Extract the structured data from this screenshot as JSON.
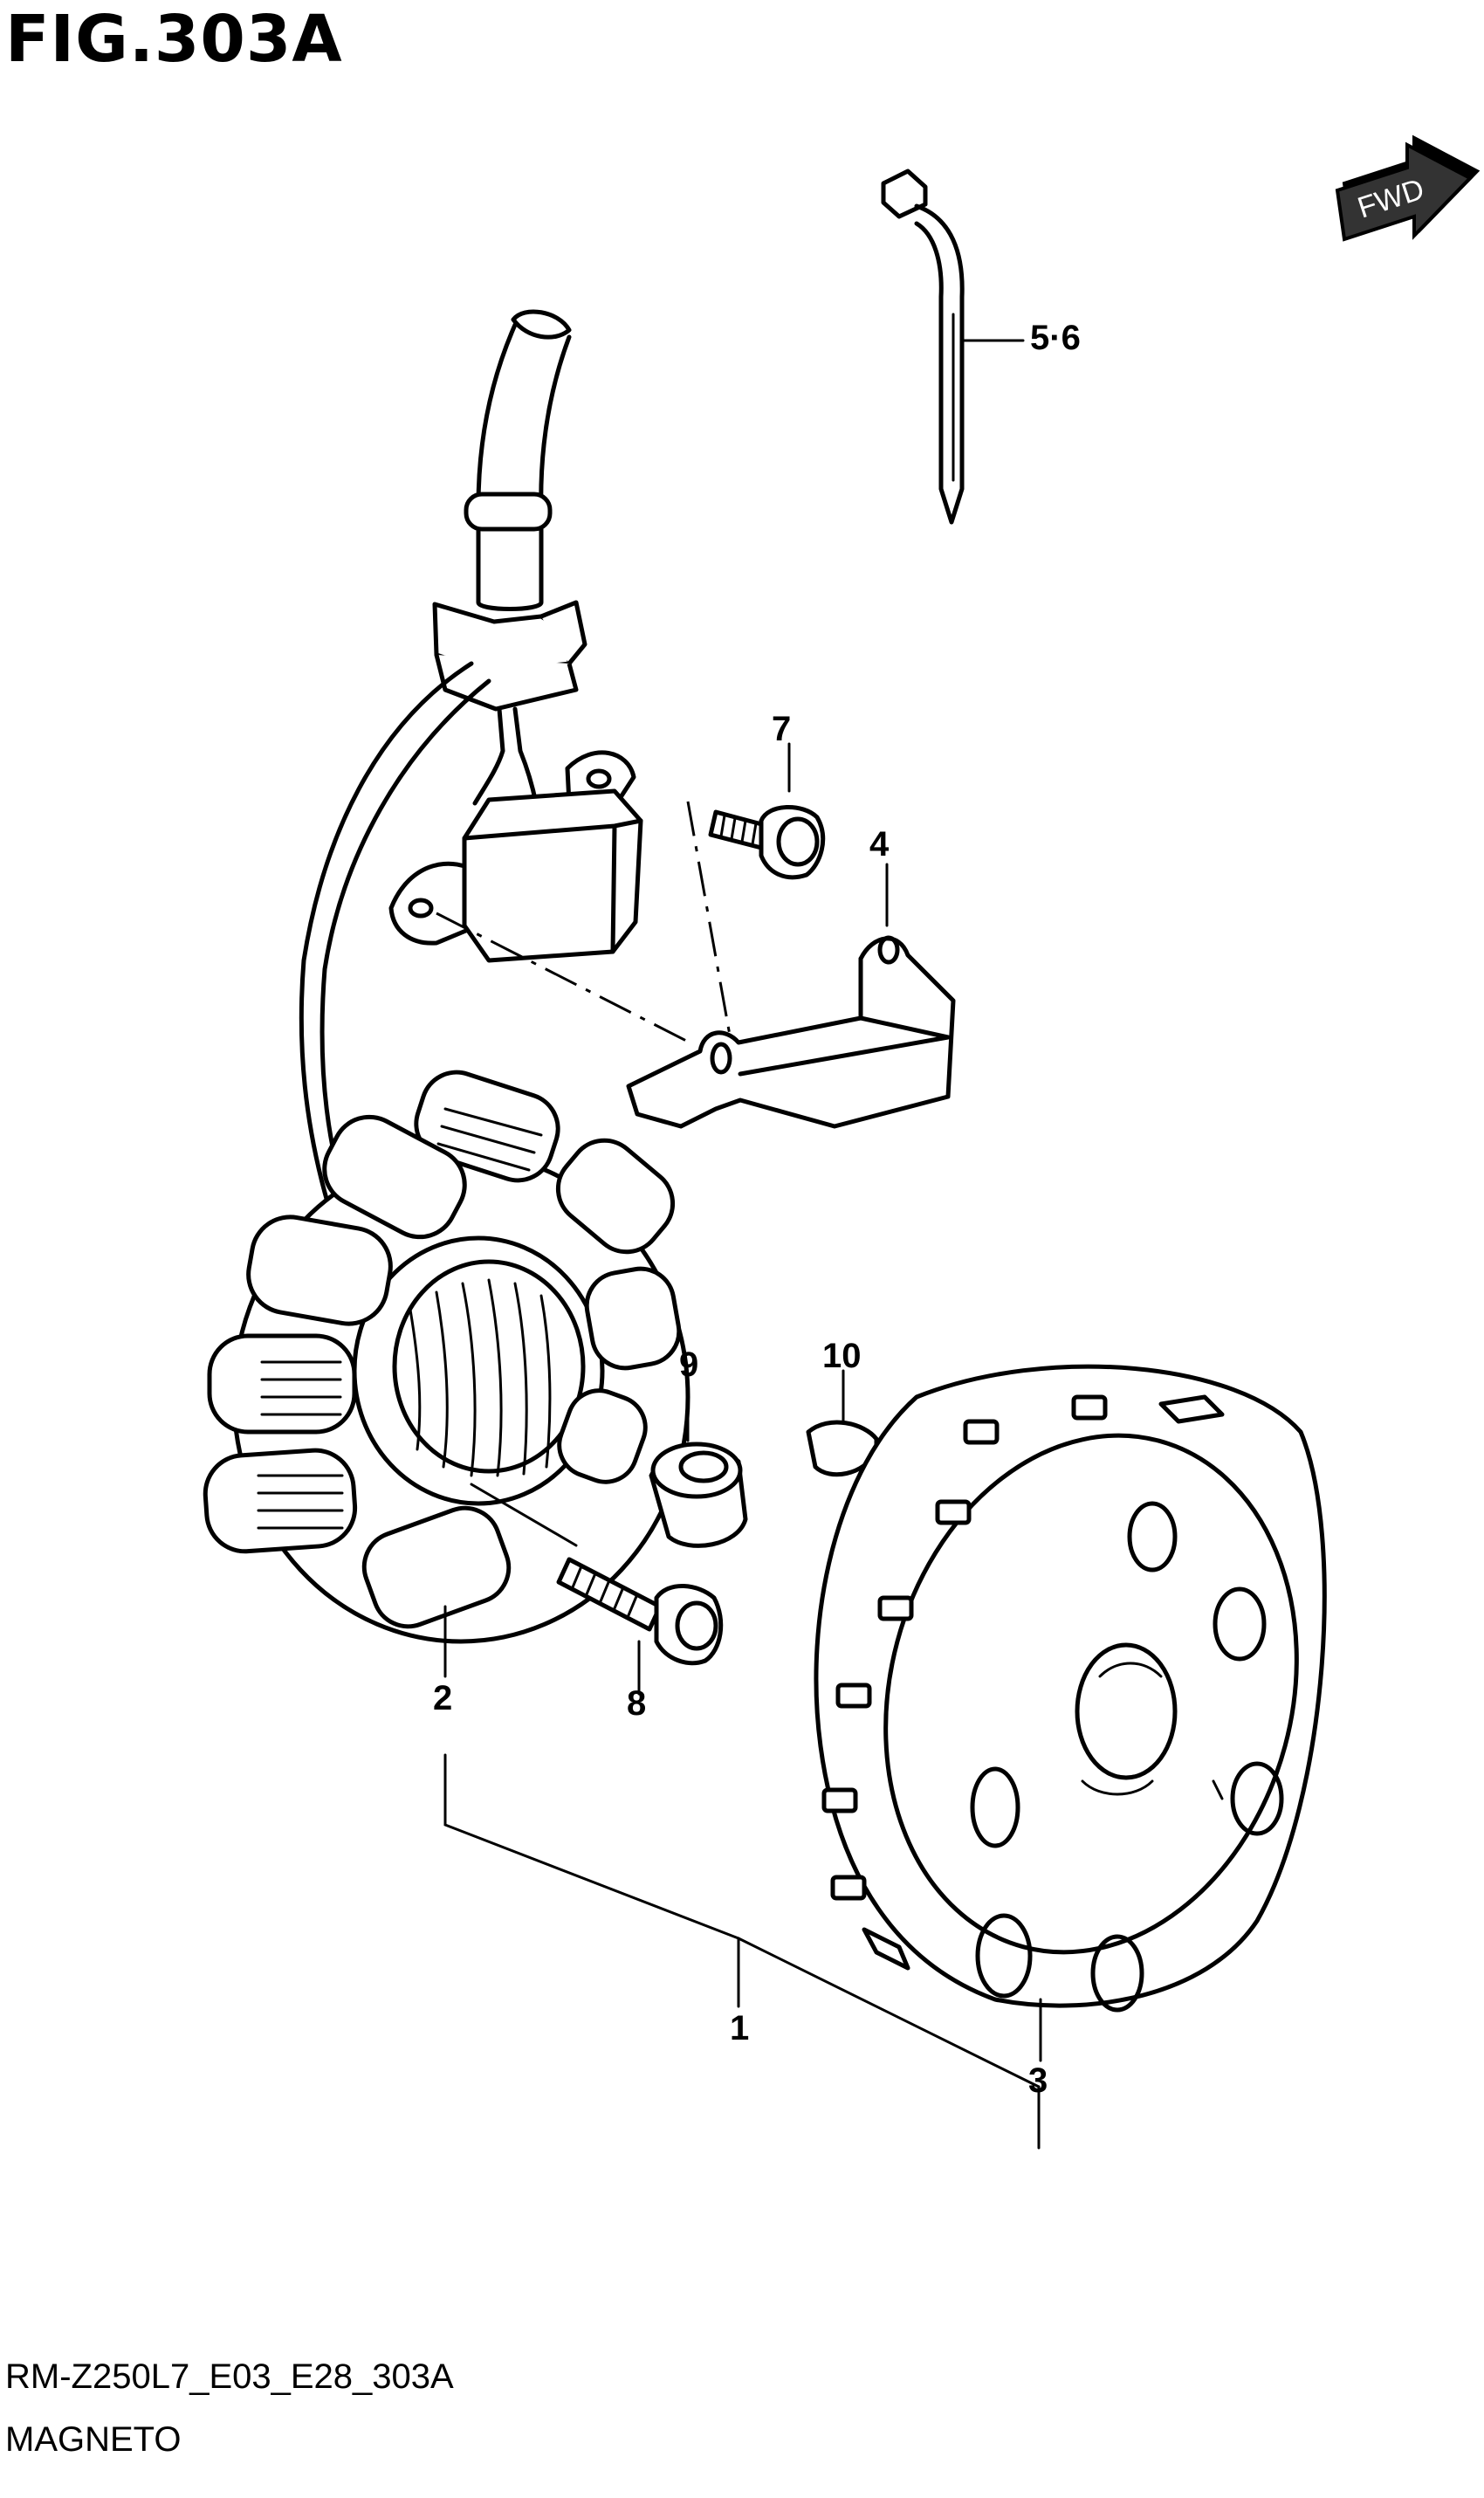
{
  "figure": {
    "title": "FIG.303A",
    "model_code": "RM-Z250L7_E03_E28_303A",
    "name": "MAGNETO",
    "direction_label": "FWD"
  },
  "parts": [
    {
      "ref": "1"
    },
    {
      "ref": "2"
    },
    {
      "ref": "3"
    },
    {
      "ref": "4"
    },
    {
      "ref": "5·6"
    },
    {
      "ref": "7"
    },
    {
      "ref": "8"
    },
    {
      "ref": "9"
    },
    {
      "ref": "10"
    }
  ],
  "icons": [
    "fwd-arrow-icon"
  ]
}
